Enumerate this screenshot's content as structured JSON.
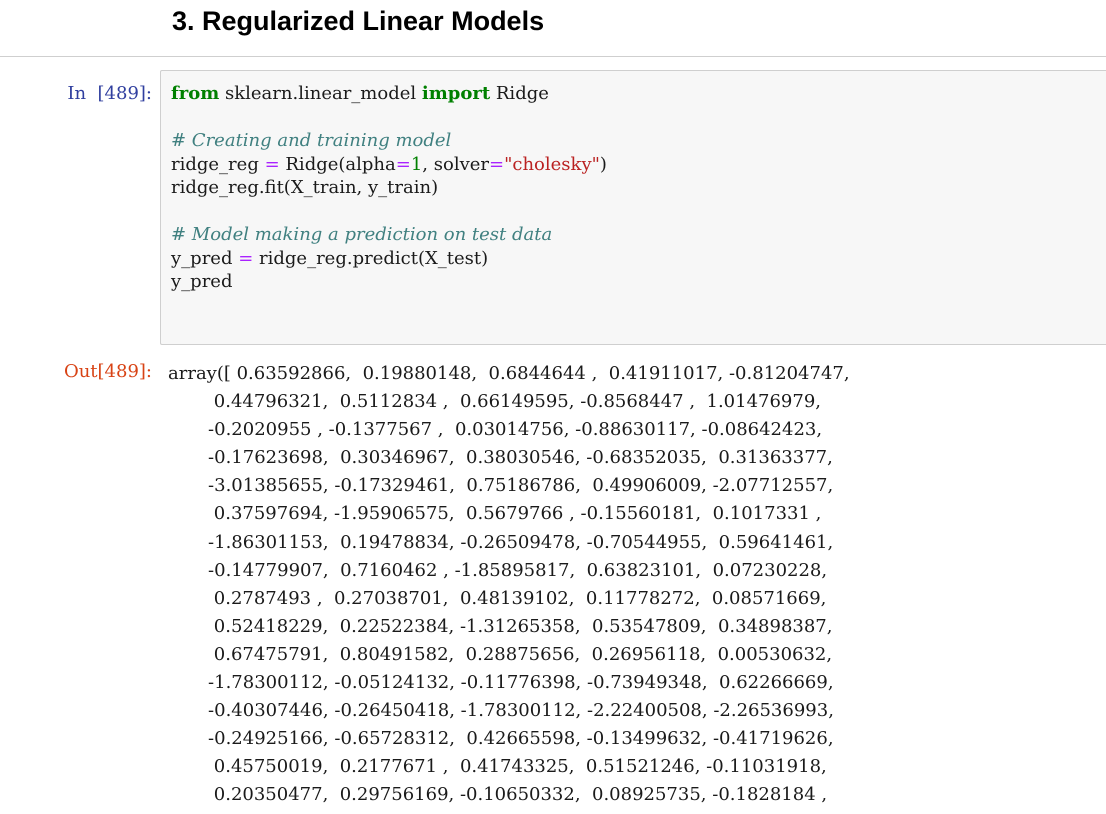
{
  "section": {
    "heading": "3. Regularized Linear Models"
  },
  "cell": {
    "in_prompt": "In  [489]:",
    "out_prompt": "Out[489]:",
    "code": [
      [
        [
          "kw",
          "from"
        ],
        [
          "t",
          " sklearn.linear_model "
        ],
        [
          "kw",
          "import"
        ],
        [
          "t",
          " Ridge"
        ]
      ],
      [],
      [
        [
          "cmt",
          "# Creating and training model"
        ]
      ],
      [
        [
          "t",
          "ridge_reg "
        ],
        [
          "op",
          "="
        ],
        [
          "t",
          " Ridge(alpha"
        ],
        [
          "op",
          "="
        ],
        [
          "num",
          "1"
        ],
        [
          "t",
          ", solver"
        ],
        [
          "op",
          "="
        ],
        [
          "str",
          "\"cholesky\""
        ],
        [
          "t",
          ")"
        ]
      ],
      [
        [
          "t",
          "ridge_reg.fit(X_train, y_train)"
        ]
      ],
      [],
      [
        [
          "cmt",
          "# Model making a prediction on test data"
        ]
      ],
      [
        [
          "t",
          "y_pred "
        ],
        [
          "op",
          "="
        ],
        [
          "t",
          " ridge_reg.predict(X_test)"
        ]
      ],
      [
        [
          "t",
          "y_pred"
        ]
      ]
    ],
    "output": [
      "array([ 0.63592866,  0.19880148,  0.6844644 ,  0.41911017, -0.81204747,",
      "        0.44796321,  0.5112834 ,  0.66149595, -0.8568447 ,  1.01476979,",
      "       -0.2020955 , -0.1377567 ,  0.03014756, -0.88630117, -0.08642423,",
      "       -0.17623698,  0.30346967,  0.38030546, -0.68352035,  0.31363377,",
      "       -3.01385655, -0.17329461,  0.75186786,  0.49906009, -2.07712557,",
      "        0.37597694, -1.95906575,  0.5679766 , -0.15560181,  0.1017331 ,",
      "       -1.86301153,  0.19478834, -0.26509478, -0.70544955,  0.59641461,",
      "       -0.14779907,  0.7160462 , -1.85895817,  0.63823101,  0.07230228,",
      "        0.2787493 ,  0.27038701,  0.48139102,  0.11778272,  0.08571669,",
      "        0.52418229,  0.22522384, -1.31265358,  0.53547809,  0.34898387,",
      "        0.67475791,  0.80491582,  0.28875656,  0.26956118,  0.00530632,",
      "       -1.78300112, -0.05124132, -0.11776398, -0.73949348,  0.62266669,",
      "       -0.40307446, -0.26450418, -1.78300112, -2.22400508, -2.26536993,",
      "       -0.24925166, -0.65728312,  0.42665598, -0.13499632, -0.41719626,",
      "        0.45750019,  0.2177671 ,  0.41743325,  0.51521246, -0.11031918,",
      "        0.20350477,  0.29756169, -0.10650332,  0.08925735, -0.1828184 ,"
    ]
  }
}
